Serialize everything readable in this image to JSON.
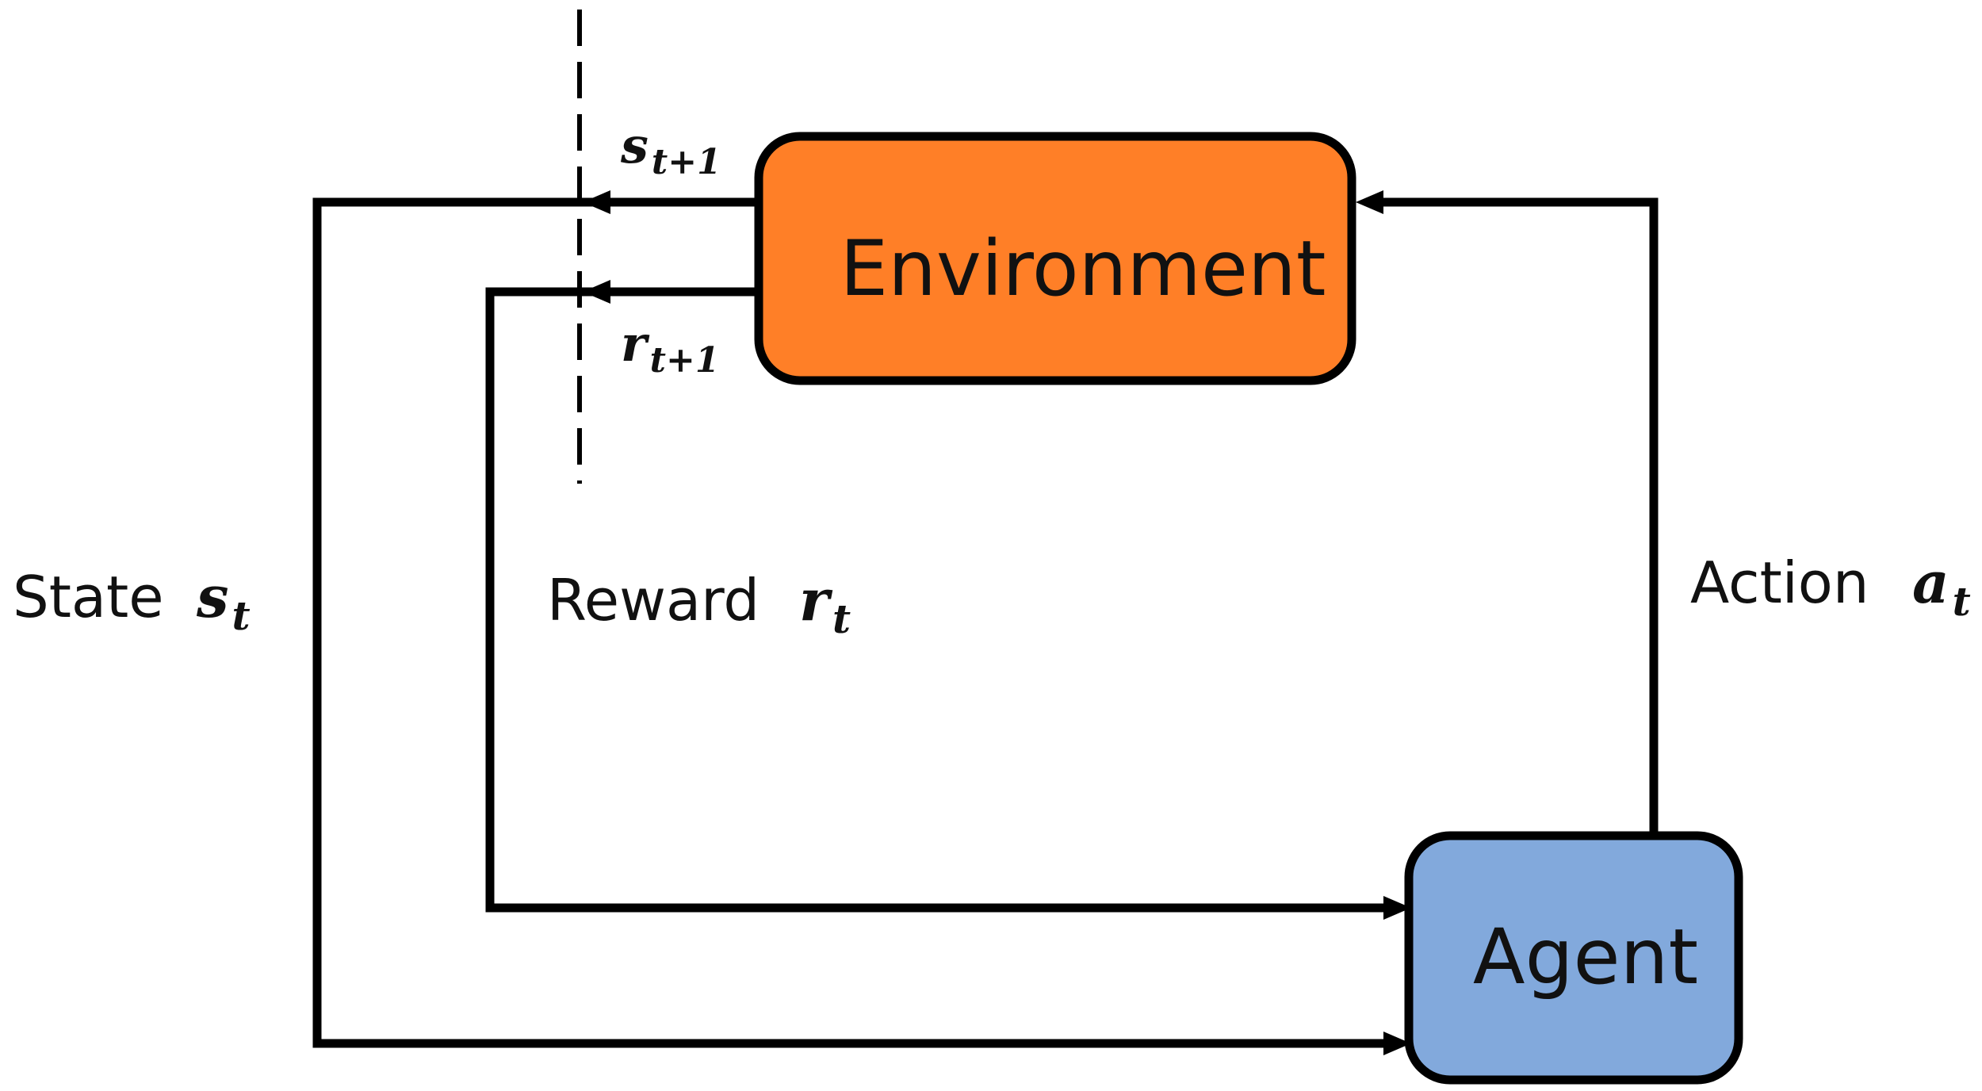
{
  "environment": {
    "label": "Environment",
    "fill": "#FF7F27"
  },
  "agent": {
    "label": "Agent",
    "fill": "#82A9DC"
  },
  "next_state": {
    "symbol": "s",
    "subscript": "t+1"
  },
  "next_reward": {
    "symbol": "r",
    "subscript": "t+1"
  },
  "state": {
    "label": "State",
    "symbol": "s",
    "subscript": "t"
  },
  "reward": {
    "label": "Reward",
    "symbol": "r",
    "subscript": "t"
  },
  "action": {
    "label": "Action",
    "symbol": "a",
    "subscript": "t"
  },
  "line_color": "#000000"
}
